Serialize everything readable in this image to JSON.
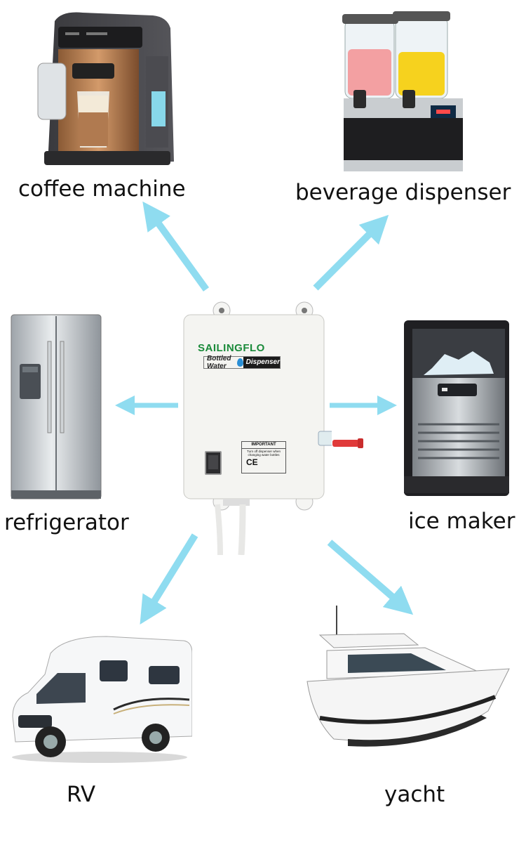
{
  "labels": {
    "coffee": "coffee machine",
    "beverage": "beverage dispenser",
    "refrigerator": "refrigerator",
    "ice": "ice maker",
    "rv": "RV",
    "yacht": "yacht"
  },
  "product": {
    "brand": "SAILINGFLO",
    "label_left": "Bottled Water",
    "label_right": "Dispenser",
    "notice_title": "IMPORTANT",
    "notice_text": "Turn off dispenser when changing water bottles",
    "mark": "CE"
  },
  "colors": {
    "arrow": "#8fdcf0",
    "brand": "#1a8a3a"
  }
}
